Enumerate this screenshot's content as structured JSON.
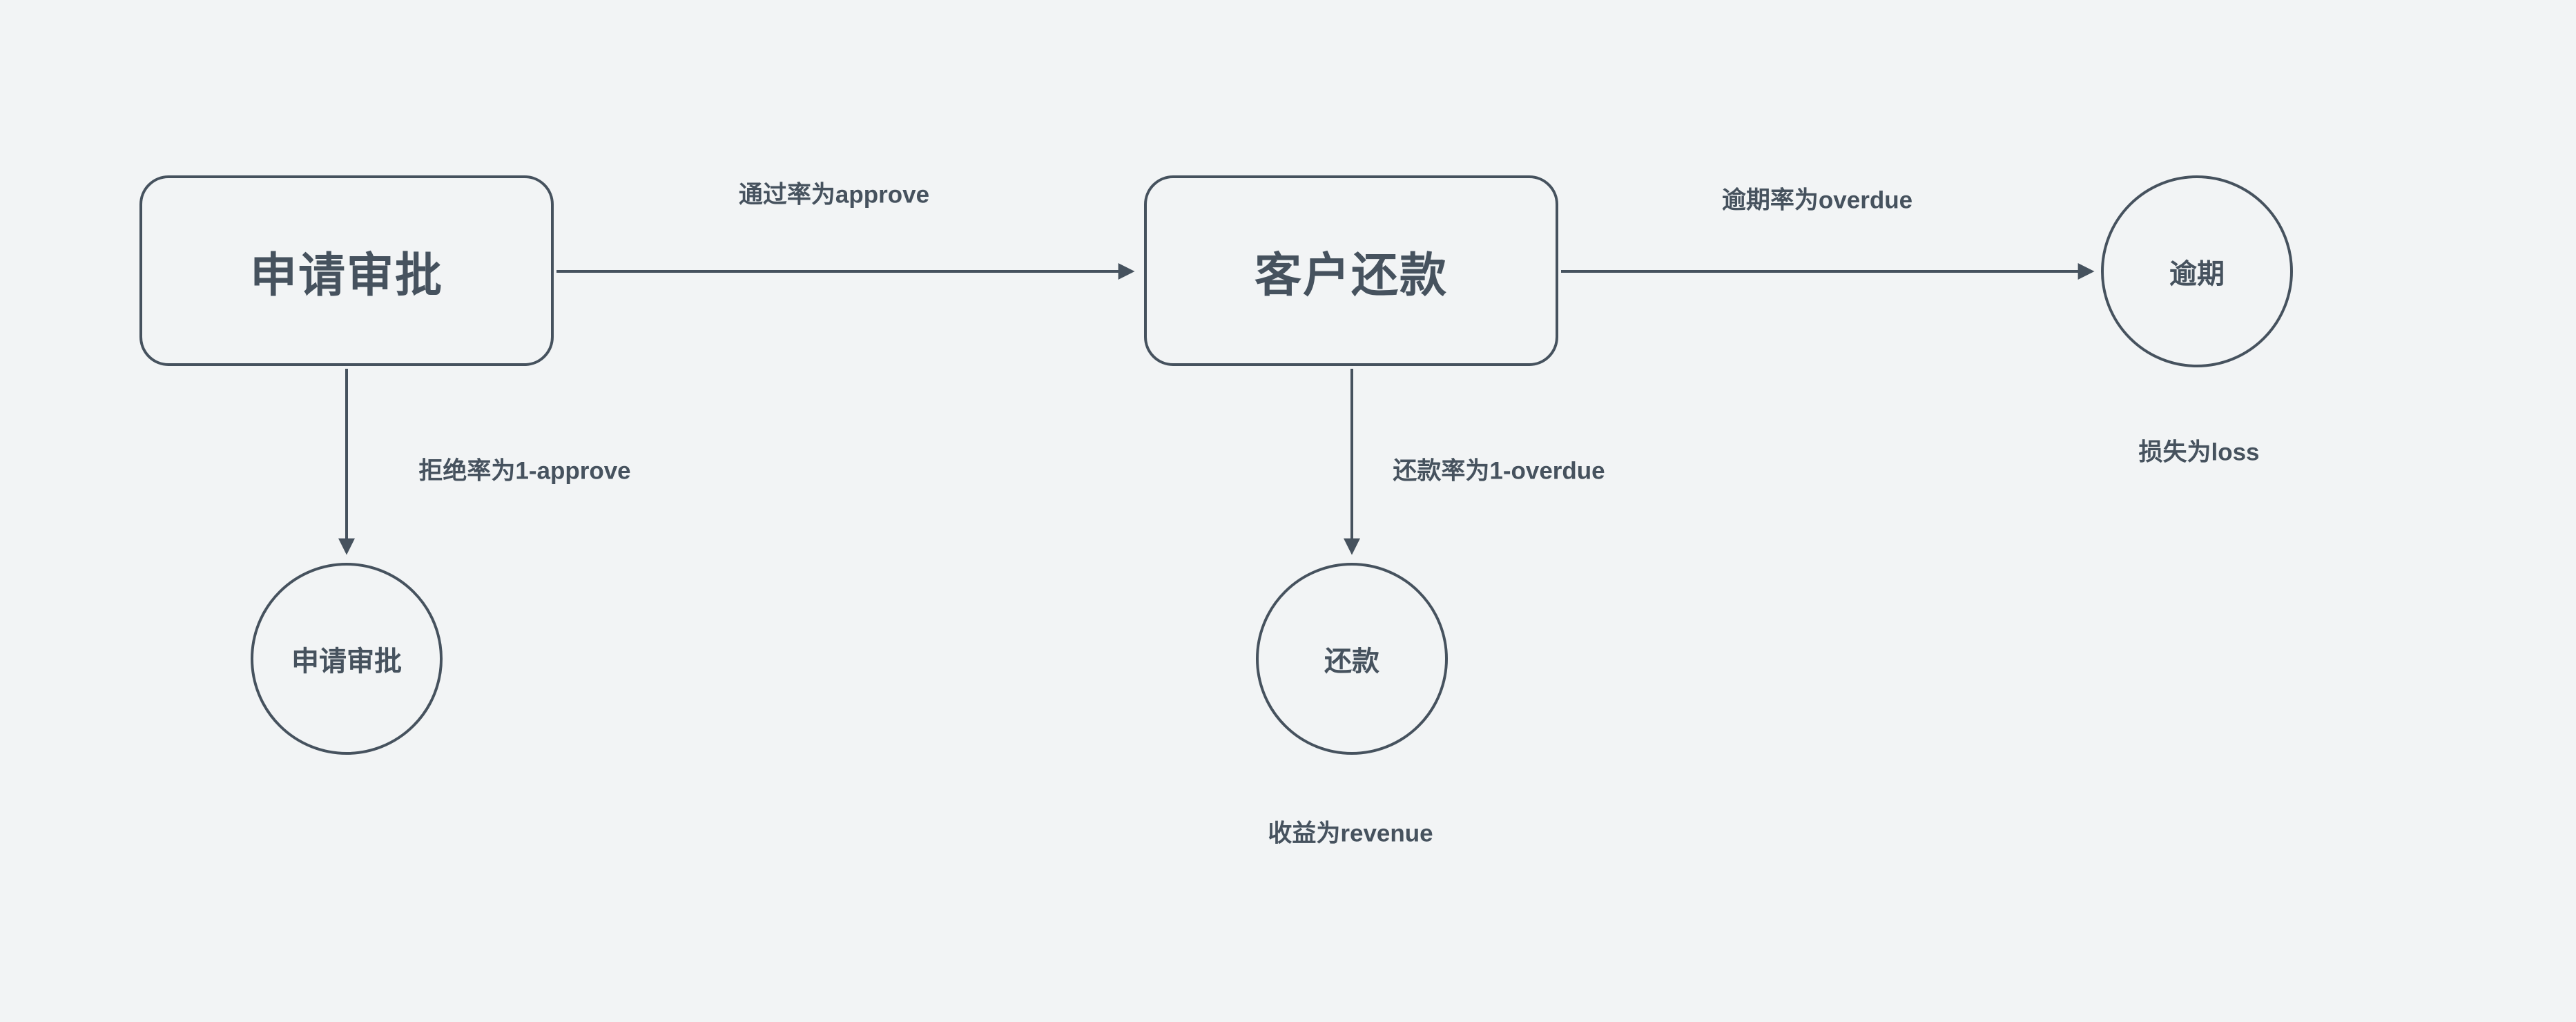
{
  "diagram": {
    "background_color": "#f2f4f5",
    "stroke_color": "#46525e",
    "nodes": {
      "approval_box": {
        "label": "申请审批",
        "shape": "rounded-rect"
      },
      "repayment_box": {
        "label": "客户还款",
        "shape": "rounded-rect"
      },
      "overdue_circle": {
        "label": "逾期",
        "shape": "circle"
      },
      "reject_circle": {
        "label": "申请审批",
        "shape": "circle"
      },
      "repay_circle": {
        "label": "还款",
        "shape": "circle"
      }
    },
    "edge_labels": {
      "approve_rate": "通过率为approve",
      "overdue_rate": "逾期率为overdue",
      "reject_rate": "拒绝率为1-approve",
      "repay_rate": "还款率为1-overdue"
    },
    "annotations": {
      "loss": "损失为loss",
      "revenue": "收益为revenue"
    }
  }
}
